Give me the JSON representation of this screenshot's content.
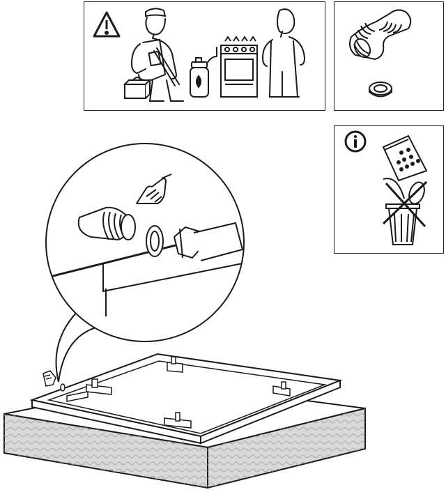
{
  "document": {
    "kind": "assembly-instruction-page",
    "panels": [
      {
        "id": "installer",
        "icons": [
          "warning-icon",
          "technician-figure",
          "toolbox-icon",
          "gas-cylinder-icon",
          "gas-cooker-icon",
          "user-figure"
        ]
      },
      {
        "id": "parts",
        "icons": [
          "elbow-connector-icon",
          "sealing-washer-icon"
        ]
      },
      {
        "id": "info",
        "icons": [
          "info-icon",
          "spare-parts-bag-icon",
          "crossed-out-bin-icon"
        ]
      }
    ],
    "main_illustration": {
      "icons": [
        "hob-on-worktop",
        "magnified-callout",
        "hand-tighten-icon",
        "hose-nut-icon"
      ]
    }
  },
  "colors": {
    "line": "#1a1a1a",
    "worktop_edge": "#d9d9d9",
    "background": "#ffffff"
  }
}
